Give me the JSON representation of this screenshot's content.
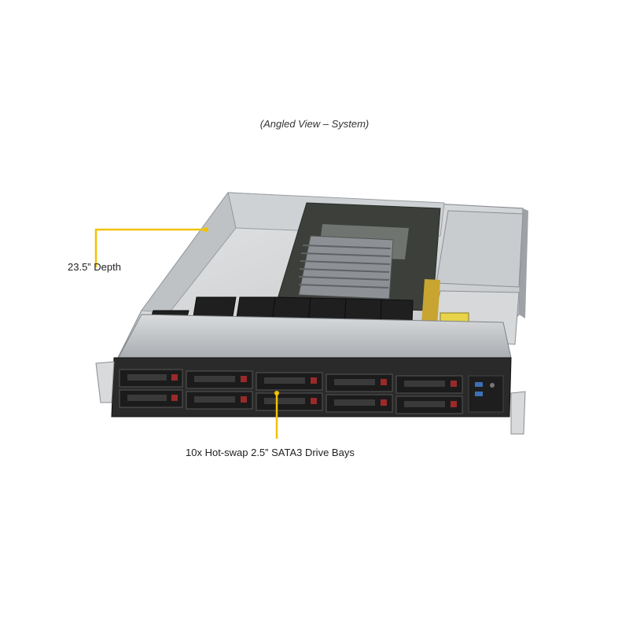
{
  "caption": "(Angled View – System)",
  "callouts": {
    "depth": "23.5” Depth",
    "bays": "10x Hot-swap  2.5” SATA3 Drive Bays"
  },
  "colors": {
    "callout_line": "#f2c200",
    "chassis_dark": "#2a2a2a",
    "chassis_metal": "#b8bcc0"
  },
  "drive_bay_count": 10
}
